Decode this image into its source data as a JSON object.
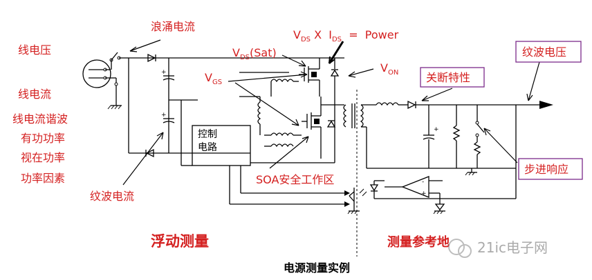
{
  "labels": {
    "inrush": "浪涌电流",
    "line_voltage": "线电压",
    "line_current": "线电流",
    "line_harmonics": "线电流谐波",
    "real_power": "有功功率",
    "apparent_power": "视在功率",
    "power_factor": "功率因素",
    "ripple_current": "纹波电流",
    "vds_sat": "V",
    "vds_sat_sub": "DS",
    "vds_sat_tail": "(Sat)",
    "vgs": "V",
    "vgs_sub": "GS",
    "power_eq_v": "V",
    "power_eq_vsub": "DS",
    "power_eq_x": " X  I",
    "power_eq_isub": "DS",
    "power_eq_tail": "  =  Power",
    "von": "V",
    "von_sub": "ON",
    "turn_off": "关断特性",
    "ripple_voltage": "纹波电压",
    "step_response": "步进响应",
    "soa": "SOA安全工作区",
    "control_line1": "控制",
    "control_line2": "电路",
    "floating": "浮动测量",
    "reference": "测量参考地",
    "caption": "电源测量实例",
    "watermark": "21ic电子网"
  },
  "colors": {
    "label_red": "#d42020",
    "box_border": "#7b2a8a",
    "ink": "#000000"
  }
}
